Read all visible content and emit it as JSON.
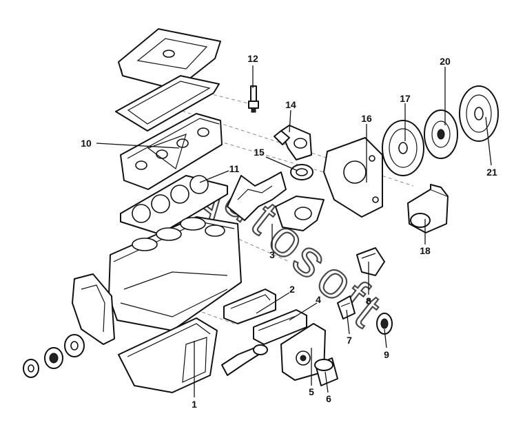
{
  "diagram": {
    "callouts": [
      {
        "id": "1",
        "label": "1"
      },
      {
        "id": "2",
        "label": "2"
      },
      {
        "id": "3",
        "label": "3"
      },
      {
        "id": "4",
        "label": "4"
      },
      {
        "id": "5",
        "label": "5"
      },
      {
        "id": "6",
        "label": "6"
      },
      {
        "id": "7",
        "label": "7"
      },
      {
        "id": "8",
        "label": "8"
      },
      {
        "id": "9",
        "label": "9"
      },
      {
        "id": "10",
        "label": "10"
      },
      {
        "id": "11",
        "label": "11"
      },
      {
        "id": "12",
        "label": "12"
      },
      {
        "id": "14",
        "label": "14"
      },
      {
        "id": "15",
        "label": "15"
      },
      {
        "id": "16",
        "label": "16"
      },
      {
        "id": "17",
        "label": "17"
      },
      {
        "id": "18",
        "label": "18"
      },
      {
        "id": "20",
        "label": "20"
      },
      {
        "id": "21",
        "label": "21"
      }
    ],
    "watermark": "Autosoft",
    "colors": {
      "line": "#111111",
      "background": "#ffffff",
      "dash": "#888888"
    }
  }
}
